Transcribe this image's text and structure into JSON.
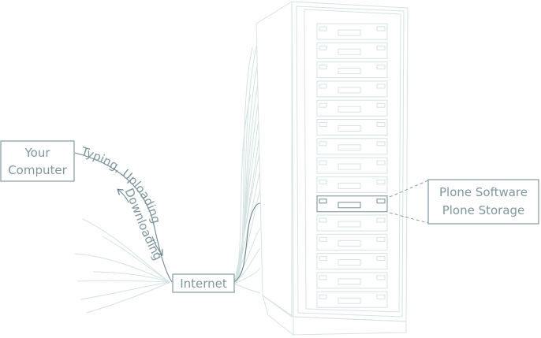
{
  "nodes": {
    "your_computer": {
      "line1": "Your",
      "line2": "Computer"
    },
    "internet": {
      "label": "Internet"
    },
    "server_callout": {
      "line1": "Plone Software",
      "line2": "Plone Storage"
    }
  },
  "flows": {
    "upload": "Typing, Uploading",
    "download": "Downloading"
  },
  "rack": {
    "slot_count": 15,
    "highlighted_slot": 10
  },
  "colors": {
    "text": "#7f979c",
    "box_stroke": "#8aa2a6",
    "rack_line": "#d6e3e3",
    "wire_light": "#cfdfdf",
    "wire_dark": "#6f878c",
    "highlight_stroke": "#8a9ea2"
  }
}
